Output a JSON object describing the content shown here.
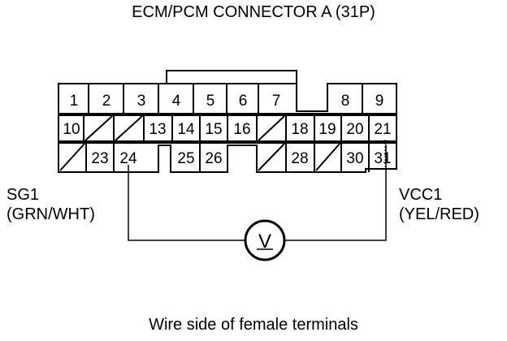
{
  "title": "ECM/PCM CONNECTOR A (31P)",
  "caption": "Wire side of female terminals",
  "probes": {
    "left": {
      "name": "SG1",
      "wire": "(GRN/WHT)"
    },
    "right": {
      "name": "VCC1",
      "wire": "(YEL/RED)"
    }
  },
  "meter_symbol": "V",
  "connector": {
    "row1": [
      "1",
      "2",
      "3",
      "4",
      "5",
      "6",
      "7",
      "",
      "8",
      "9"
    ],
    "row2": [
      "10",
      "",
      "",
      "13",
      "14",
      "15",
      "16",
      "",
      "18",
      "19",
      "20",
      "21"
    ],
    "row3": [
      "",
      "23",
      "24",
      "",
      "25",
      "26",
      "",
      "28",
      "",
      "30",
      "31"
    ]
  }
}
